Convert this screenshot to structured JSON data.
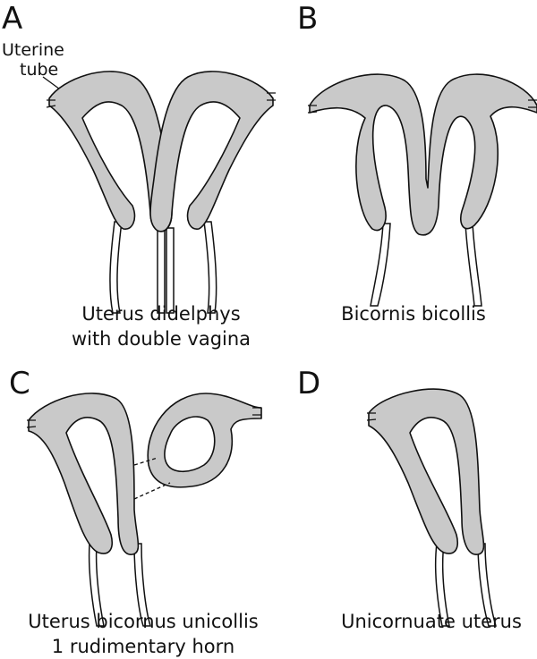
{
  "panels": [
    {
      "letter": "A",
      "caption_lines": [
        "Uterus didelphys",
        "with double vagina"
      ]
    },
    {
      "letter": "B",
      "caption_lines": [
        "Bicornis bicollis"
      ]
    },
    {
      "letter": "C",
      "caption_lines": [
        "Uterus bicornus unicollis",
        "1 rudimentary horn"
      ]
    },
    {
      "letter": "D",
      "caption_lines": [
        "Unicornuate uterus"
      ]
    }
  ],
  "labels": {
    "uterine_tube_line1": "Uterine",
    "uterine_tube_line2": "tube"
  },
  "colors": {
    "tissue_fill": "#c9c9c9",
    "outline": "#111111",
    "background": "#ffffff"
  }
}
